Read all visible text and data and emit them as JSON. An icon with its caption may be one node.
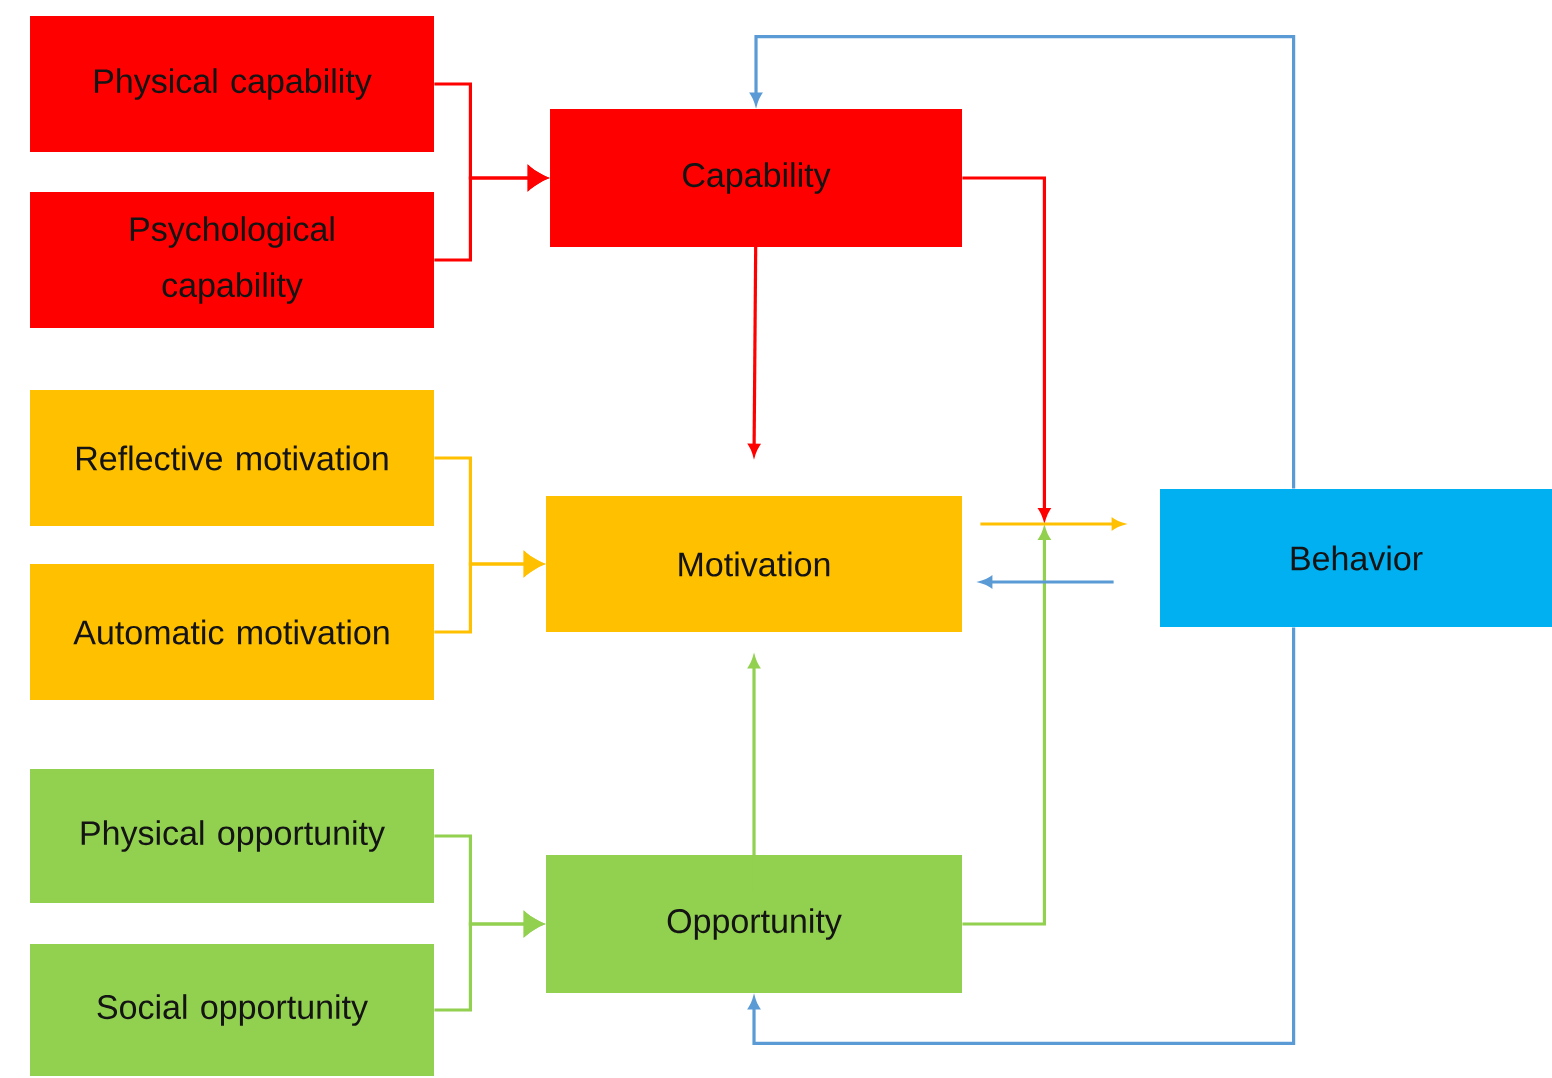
{
  "diagram": {
    "nodes": [
      {
        "text": [
          "Physical capability"
        ]
      },
      {
        "text": [
          "Psychological capability"
        ]
      },
      {
        "text": [
          "Capability"
        ]
      },
      {
        "text": [
          "Reflective motivation"
        ]
      },
      {
        "text": [
          "Automatic motivation"
        ]
      },
      {
        "text": [
          "Motivation"
        ]
      },
      {
        "text": [
          "Physical opportunity"
        ]
      },
      {
        "text": [
          "Social opportunity"
        ]
      },
      {
        "text": [
          "Opportunity"
        ]
      },
      {
        "text": [
          "Behavior"
        ]
      }
    ],
    "edges": [
      {
        "from": 0,
        "to": 2,
        "arrow": "to",
        "color": "#ff0000"
      },
      {
        "from": 1,
        "to": 2,
        "arrow": "to",
        "color": "#ff0000"
      },
      {
        "from": 3,
        "to": 5,
        "arrow": "to",
        "color": "#ffc000"
      },
      {
        "from": 4,
        "to": 5,
        "arrow": "to",
        "color": "#ffc000"
      },
      {
        "from": 6,
        "to": 8,
        "arrow": "to",
        "color": "#92d050"
      },
      {
        "from": 7,
        "to": 8,
        "arrow": "to",
        "color": "#92d050"
      },
      {
        "from": 2,
        "to": 5,
        "arrow": "to",
        "color": "#ff0000"
      },
      {
        "from": 8,
        "to": 5,
        "arrow": "to",
        "color": "#92d050"
      },
      {
        "from": 2,
        "to": null,
        "arrow": "to",
        "color": "#ff0000"
      },
      {
        "from": 8,
        "to": null,
        "arrow": "to",
        "color": "#92d050"
      },
      {
        "from": 5,
        "to": 9,
        "arrow": "to",
        "color": "#ffc000"
      },
      {
        "from": 9,
        "to": 5,
        "arrow": "to",
        "color": "#5b9bd5"
      },
      {
        "from": 9,
        "to": 2,
        "arrow": "to",
        "color": "#5b9bd5"
      },
      {
        "from": 9,
        "to": 8,
        "arrow": "to",
        "color": "#5b9bd5"
      }
    ]
  }
}
